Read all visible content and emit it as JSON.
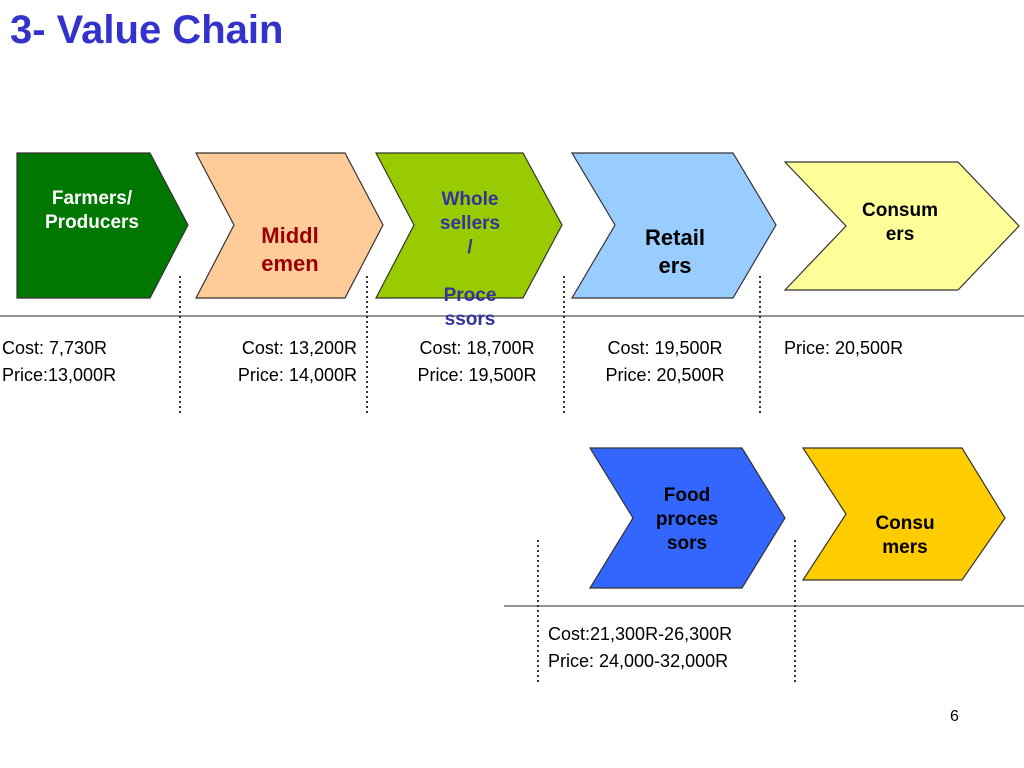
{
  "slide": {
    "title": "3- Value Chain",
    "page_number": "6"
  },
  "main_chain": [
    {
      "label": "Farmers/\nProducers",
      "color": "#007700",
      "text_color": "#ffffff"
    },
    {
      "label": "Middl\nemen",
      "color": "#ffcc99",
      "text_color": "#990000"
    },
    {
      "label": "Whole\nsellers\n/\n\nProce\nssors",
      "color": "#99cc00",
      "text_color": "#333399"
    },
    {
      "label": "Retail\ners",
      "color": "#99ccff",
      "text_color": "#000000"
    },
    {
      "label": "Consum\ners",
      "color": "#ffff99",
      "text_color": "#000000"
    }
  ],
  "main_chain_info": [
    {
      "cost": "Cost: 7,730R",
      "price": "Price:13,000R"
    },
    {
      "cost": "Cost: 13,200R",
      "price": "Price: 14,000R"
    },
    {
      "cost": "Cost: 18,700R",
      "price": "Price: 19,500R"
    },
    {
      "cost": "Cost: 19,500R",
      "price": "Price: 20,500R"
    },
    {
      "cost": "",
      "price": "Price: 20,500R"
    }
  ],
  "food_chain": [
    {
      "label": "Food\nproces\nsors",
      "color": "#3366ff",
      "text_color": "#000000"
    },
    {
      "label": "Consu\nmers",
      "color": "#ffcc00",
      "text_color": "#000000"
    }
  ],
  "food_chain_info": {
    "cost": "Cost:21,300R-26,300R",
    "price": "Price: 24,000-32,000R"
  }
}
